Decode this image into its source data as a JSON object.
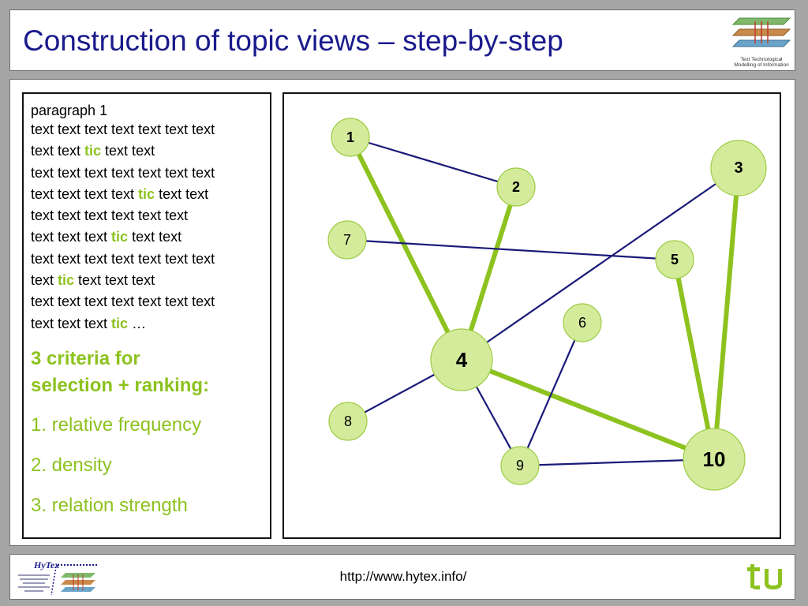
{
  "header": {
    "title": "Construction of topic views – step-by-step",
    "logo_caption_1": "Text Technological",
    "logo_caption_2": "Modelling of Information"
  },
  "text_panel": {
    "paragraph_title": "paragraph 1",
    "lines": [
      [
        {
          "t": "text text text text text text text"
        }
      ],
      [
        {
          "t": "text text "
        },
        {
          "t": "tic",
          "hl": true
        },
        {
          "t": " text text"
        }
      ],
      [
        {
          "t": "text text text text text text text"
        }
      ],
      [
        {
          "t": "text text text text "
        },
        {
          "t": "tic",
          "hl": true
        },
        {
          "t": " text text"
        }
      ],
      [
        {
          "t": "text text text text text text"
        }
      ],
      [
        {
          "t": "text text text "
        },
        {
          "t": "tic",
          "hl": true
        },
        {
          "t": " text text"
        }
      ],
      [
        {
          "t": "text text text text text text text"
        }
      ],
      [
        {
          "t": "text "
        },
        {
          "t": "tic",
          "hl": true
        },
        {
          "t": " text text text"
        }
      ],
      [
        {
          "t": "text text text text text text text"
        }
      ],
      [
        {
          "t": "text text text "
        },
        {
          "t": "tic",
          "hl": true
        },
        {
          "t": " …"
        }
      ]
    ],
    "criteria_heading_1": "3 criteria for",
    "criteria_heading_2": "selection + ranking:",
    "criteria": [
      "1. relative frequency",
      "2. density",
      "3. relation strength"
    ]
  },
  "graph": {
    "colors": {
      "node_fill": "#d4eb9c",
      "node_stroke": "#9ccc42",
      "strong_edge": "#8dc21f",
      "weak_edge": "#1a1a7a",
      "highlight_text": "#8dc21f",
      "title_color": "#1a1a8c"
    },
    "nodes": [
      {
        "id": "1",
        "label": "1",
        "size": "small",
        "bold": true
      },
      {
        "id": "2",
        "label": "2",
        "size": "small",
        "bold": true
      },
      {
        "id": "3",
        "label": "3",
        "size": "medium",
        "bold": true
      },
      {
        "id": "4",
        "label": "4",
        "size": "large",
        "bold": true
      },
      {
        "id": "5",
        "label": "5",
        "size": "small",
        "bold": true
      },
      {
        "id": "6",
        "label": "6",
        "size": "small",
        "bold": false
      },
      {
        "id": "7",
        "label": "7",
        "size": "small",
        "bold": false
      },
      {
        "id": "8",
        "label": "8",
        "size": "small",
        "bold": false
      },
      {
        "id": "9",
        "label": "9",
        "size": "small",
        "bold": false
      },
      {
        "id": "10",
        "label": "10",
        "size": "large",
        "bold": true
      }
    ],
    "edges": [
      {
        "from": "1",
        "to": "2",
        "strength": "weak"
      },
      {
        "from": "1",
        "to": "4",
        "strength": "strong"
      },
      {
        "from": "2",
        "to": "4",
        "strength": "strong"
      },
      {
        "from": "3",
        "to": "4",
        "strength": "weak"
      },
      {
        "from": "3",
        "to": "10",
        "strength": "strong"
      },
      {
        "from": "7",
        "to": "5",
        "strength": "weak"
      },
      {
        "from": "5",
        "to": "10",
        "strength": "strong"
      },
      {
        "from": "4",
        "to": "10",
        "strength": "strong"
      },
      {
        "from": "4",
        "to": "8",
        "strength": "weak"
      },
      {
        "from": "4",
        "to": "9",
        "strength": "weak"
      },
      {
        "from": "6",
        "to": "9",
        "strength": "weak"
      },
      {
        "from": "9",
        "to": "10",
        "strength": "weak"
      }
    ]
  },
  "footer": {
    "url": "http://www.hytex.info/",
    "hytex_label": "HyTex"
  }
}
